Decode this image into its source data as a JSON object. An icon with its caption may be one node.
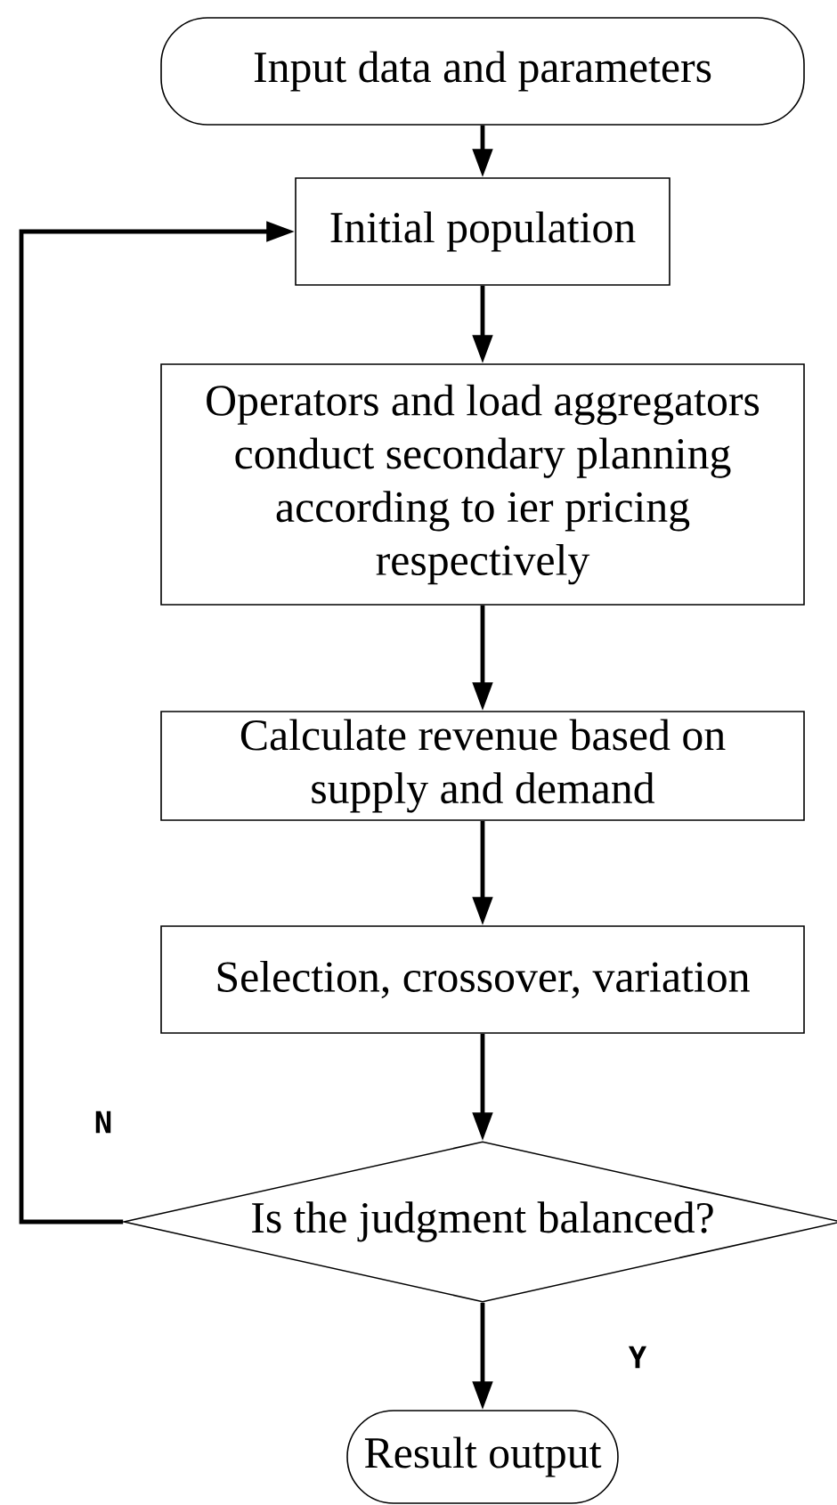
{
  "diagram": {
    "nodes": [
      {
        "text": [
          "Input data and parameters"
        ]
      },
      {
        "text": [
          "Initial population"
        ]
      },
      {
        "text": [
          "Operators and load aggregators conduct secondary planning according to ier pricing respectively"
        ]
      },
      {
        "text": [
          "Calculate revenue based on supply and demand"
        ]
      },
      {
        "text": [
          "Selection, crossover, variation"
        ]
      },
      {
        "text": [
          "Is the judgment balanced?"
        ]
      },
      {
        "text": [
          "Result output"
        ]
      }
    ],
    "edges": [
      {
        "from": 0,
        "to": 1,
        "arrow": "to"
      },
      {
        "from": 1,
        "to": 2,
        "arrow": "to"
      },
      {
        "from": 2,
        "to": 3,
        "arrow": "to"
      },
      {
        "from": 3,
        "to": 4,
        "arrow": "to"
      },
      {
        "from": 4,
        "to": 5,
        "arrow": "to"
      },
      {
        "from": 5,
        "to": 6,
        "arrow": "to",
        "label": "Y"
      },
      {
        "from": 5,
        "to": 1,
        "arrow": "to",
        "label": "N"
      }
    ]
  }
}
